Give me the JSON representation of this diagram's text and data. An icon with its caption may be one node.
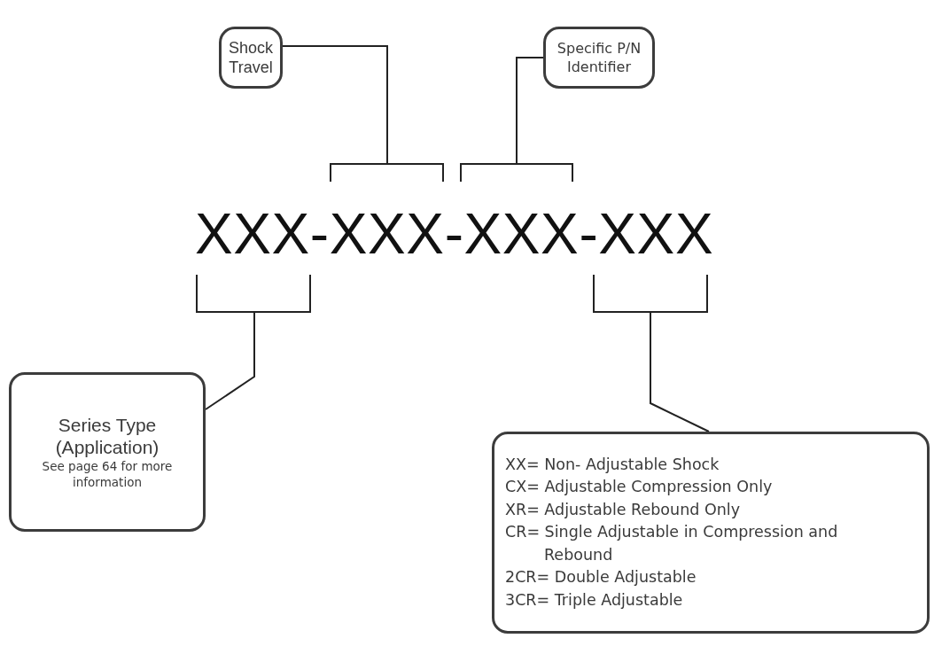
{
  "diagram": {
    "nodes": [
      {
        "text": [
          "Shock Travel"
        ]
      },
      {
        "text": [
          "Specific P/N Identifier"
        ]
      },
      {
        "text": [
          "Series Type (Application)",
          "See page 64 for more information"
        ]
      },
      {
        "text": [
          "XX= Non- Adjustable Shock",
          "CX= Adjustable Compression Only",
          "XR= Adjustable Rebound Only",
          "CR= Single Adjustable in Compression and Rebound",
          "2CR= Double Adjustable",
          "3CR= Triple Adjustable"
        ]
      },
      {
        "text": [],
        "shape": "bracket"
      },
      {
        "text": [],
        "shape": "bracket"
      },
      {
        "text": [],
        "shape": "bracket"
      },
      {
        "text": [],
        "shape": "bracket"
      }
    ],
    "edges": [
      {
        "from": 0,
        "to": 5,
        "arrow": "none"
      },
      {
        "from": 1,
        "to": 6,
        "arrow": "none"
      },
      {
        "from": 2,
        "to": 4,
        "arrow": "none"
      },
      {
        "from": 3,
        "to": 7,
        "arrow": "none"
      }
    ],
    "labels": [
      "XXX-XXX-XXX-XXX"
    ]
  }
}
